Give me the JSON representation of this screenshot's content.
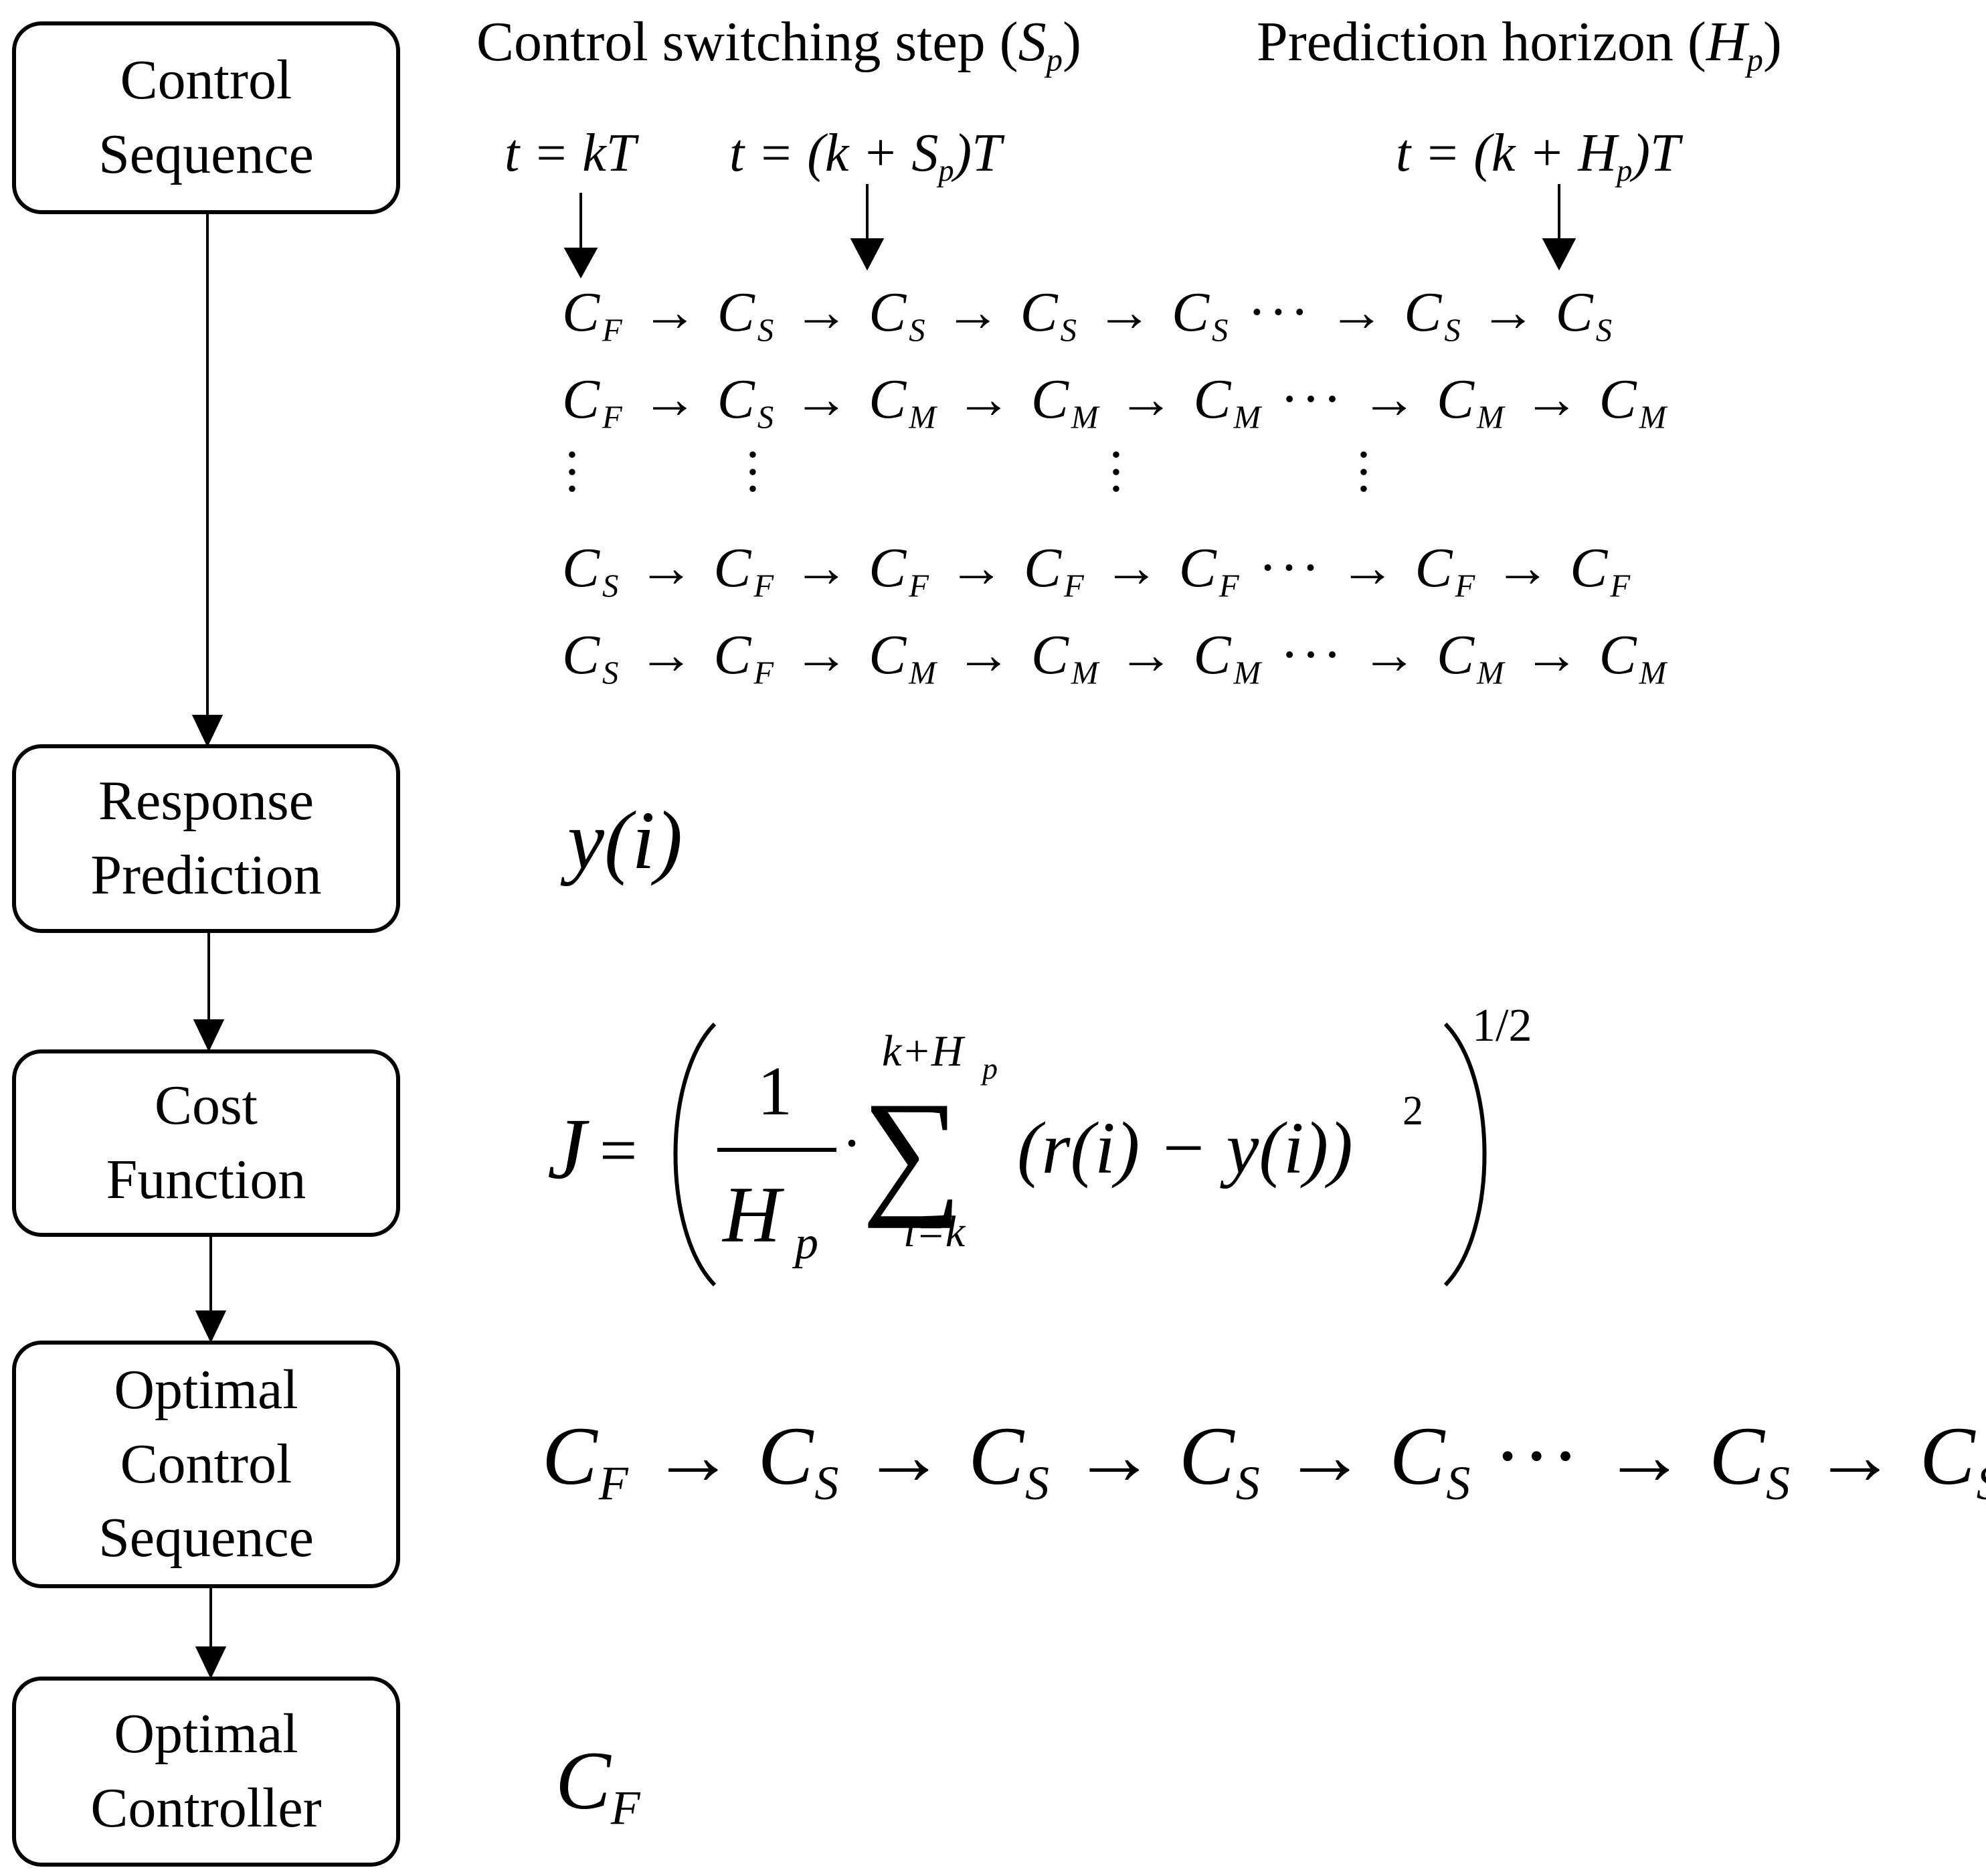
{
  "boxes": {
    "control_sequence": [
      "Control",
      "Sequence"
    ],
    "response_prediction": [
      "Response",
      "Prediction"
    ],
    "cost_function": [
      "Cost",
      "Function"
    ],
    "optimal_control_sequence": [
      "Optimal",
      "Control",
      "Sequence"
    ],
    "optimal_controller": [
      "Optimal",
      "Controller"
    ]
  },
  "top": {
    "switching_label": "Control switching step (",
    "switching_symbol": "S",
    "switching_sub": "p",
    "switching_close": ")",
    "horizon_label": "Prediction horizon (",
    "horizon_symbol": "H",
    "horizon_sub": "p",
    "horizon_close": ")"
  },
  "time_marks": {
    "t1": "t = kT",
    "t2_pre": "t = (k + S",
    "t2_sub": "p",
    "t2_post": ")T",
    "t3_pre": "t = (k + H",
    "t3_sub": "p",
    "t3_post": ")T"
  },
  "sequences": [
    [
      "F",
      "S",
      "S",
      "S",
      "S",
      "S",
      "S"
    ],
    [
      "F",
      "S",
      "M",
      "M",
      "M",
      "M",
      "M"
    ],
    [
      "S",
      "F",
      "F",
      "F",
      "F",
      "F",
      "F"
    ],
    [
      "S",
      "F",
      "M",
      "M",
      "M",
      "M",
      "M"
    ]
  ],
  "seq_symbols": {
    "letter": "C",
    "arrow": "→",
    "ellipsis": "···"
  },
  "prediction": "y(i)",
  "cost": {
    "lhs": "J",
    "eq": "=",
    "num": "1",
    "den": "H",
    "den_sub": "p",
    "dot": "·",
    "sigma": "∑",
    "upper": "k+H",
    "upper_sub": "p",
    "lower": "i=k",
    "term": "(r(i) − y(i))",
    "term_exp": "2",
    "outer_exp": "1/2"
  },
  "optimal_sequence": [
    "F",
    "S",
    "S",
    "S",
    "S",
    "S",
    "S"
  ],
  "optimal_controller": "F"
}
